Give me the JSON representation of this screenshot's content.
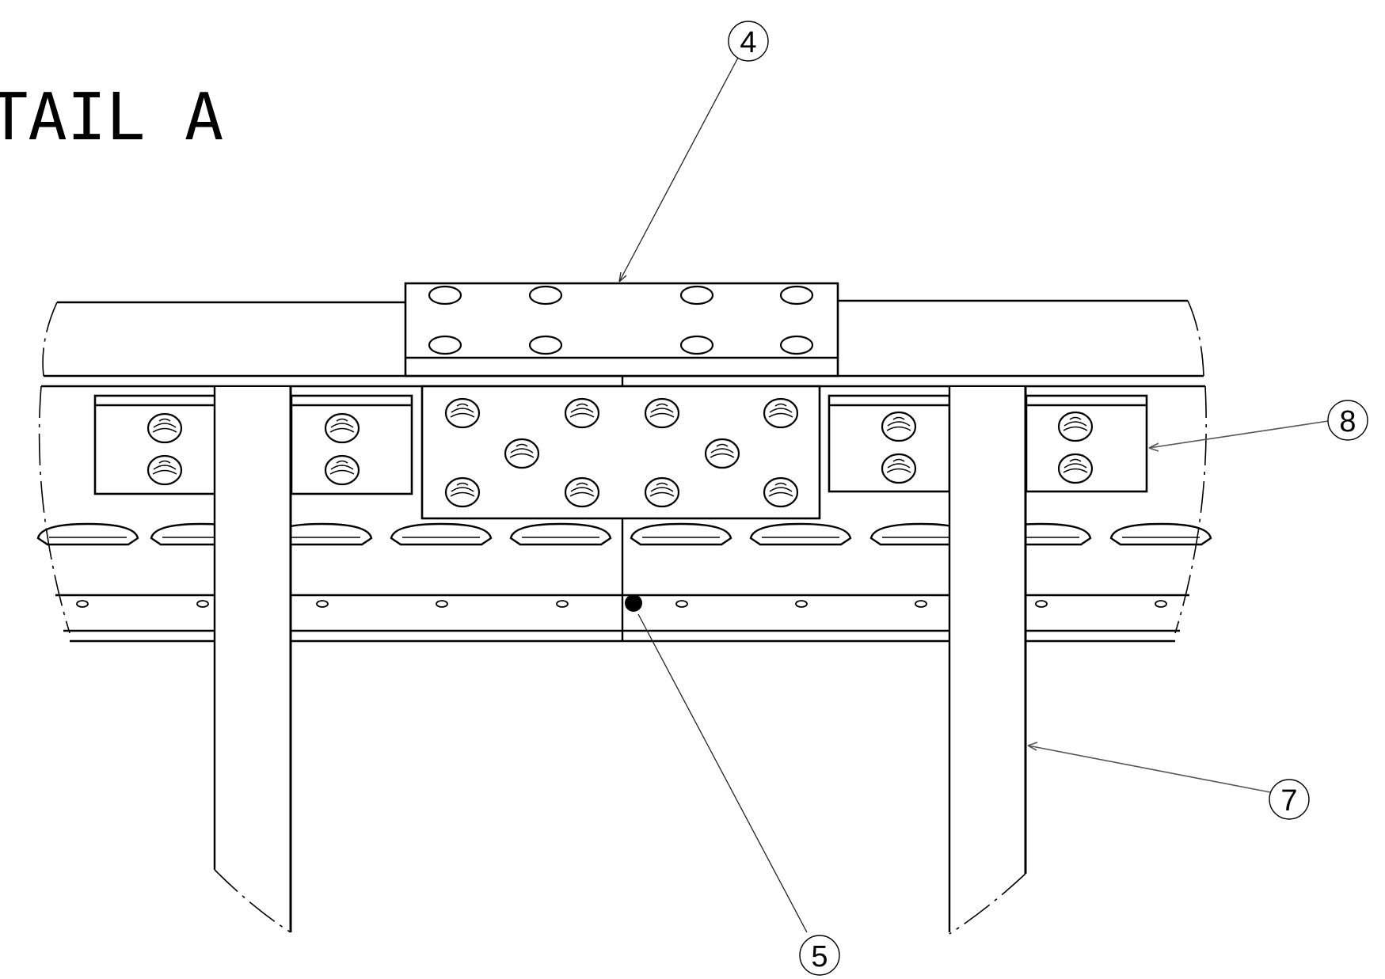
{
  "title": "TAIL A",
  "balloons": [
    {
      "id": "4",
      "label": "4"
    },
    {
      "id": "5",
      "label": "5"
    },
    {
      "id": "7",
      "label": "7"
    },
    {
      "id": "8",
      "label": "8"
    }
  ],
  "colors": {
    "line": "#000000",
    "background": "#ffffff"
  }
}
